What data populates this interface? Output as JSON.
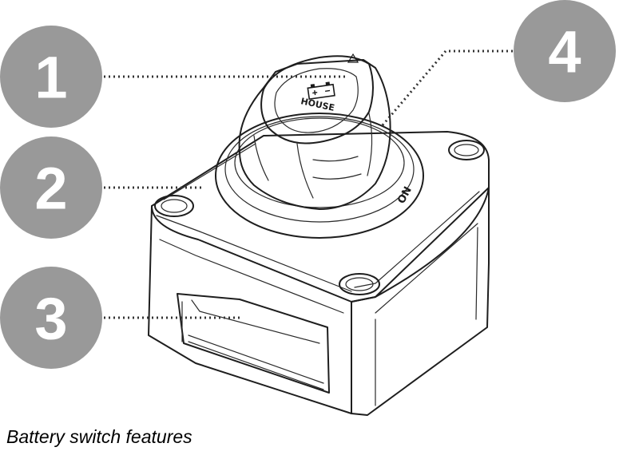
{
  "callouts": [
    {
      "number": "1"
    },
    {
      "number": "2"
    },
    {
      "number": "3"
    },
    {
      "number": "4"
    }
  ],
  "knob": {
    "label": "HOUSE",
    "ring_mark": "ON"
  },
  "caption": "Battery switch features",
  "colors": {
    "callout_fill": "#999999",
    "callout_text": "#ffffff",
    "leader": "#333333",
    "line": "#1e1e1e"
  }
}
